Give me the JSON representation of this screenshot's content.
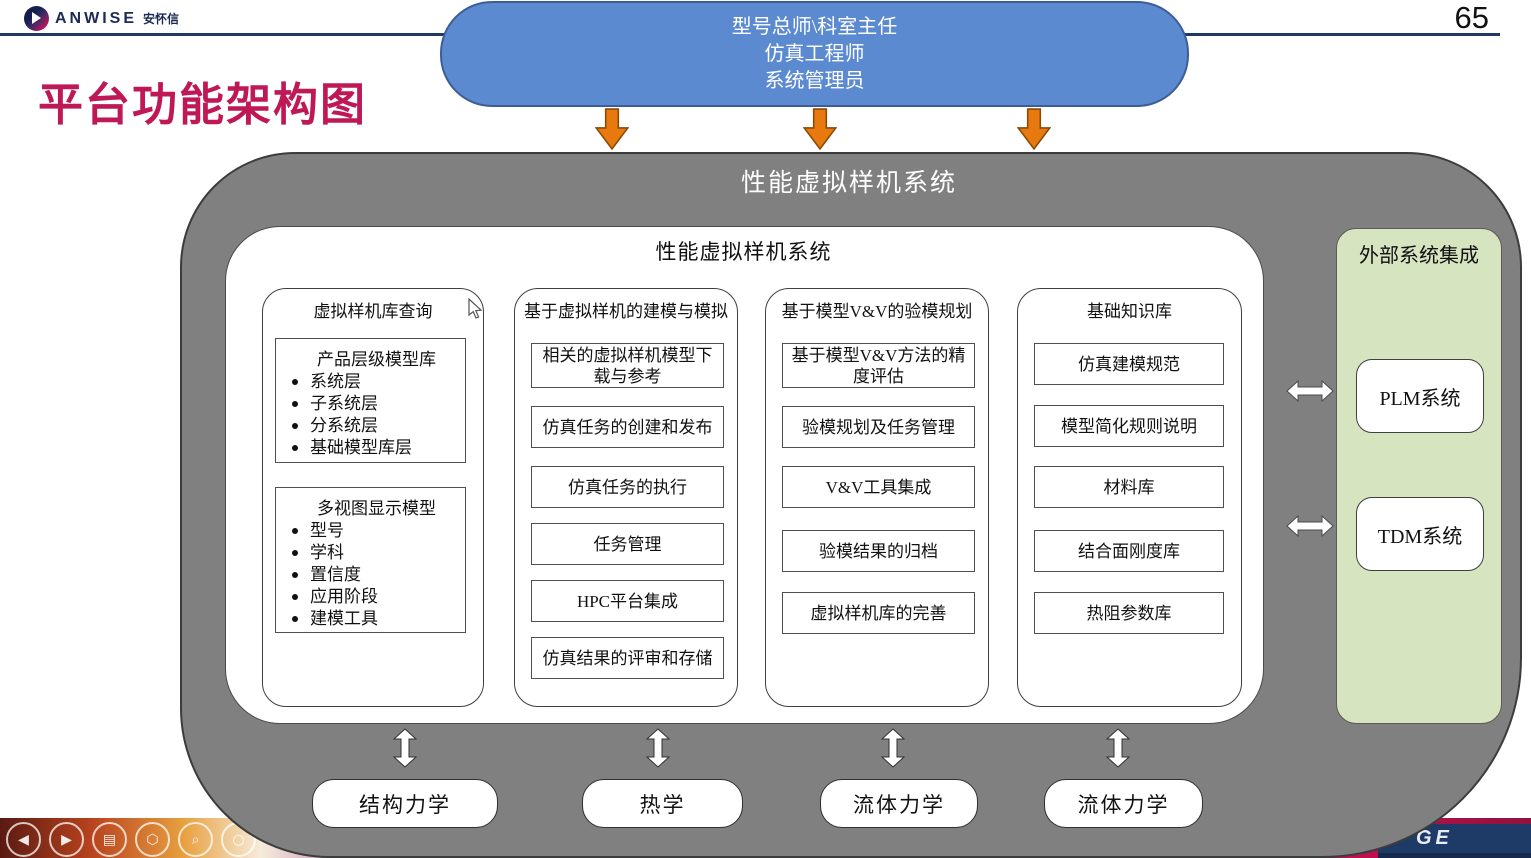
{
  "page": {
    "number": "65",
    "title": "平台功能架构图"
  },
  "logo": {
    "en": "ANWISE",
    "cn": "安怀信"
  },
  "roles_ellipse": {
    "lines": [
      "型号总师\\科室主任",
      "仿真工程师",
      "系统管理员"
    ]
  },
  "outer_system": {
    "title": "性能虚拟样机系统"
  },
  "inner_system": {
    "title": "性能虚拟样机系统"
  },
  "columns": [
    {
      "title": "虚拟样机库查询",
      "groups": [
        {
          "title": "产品层级模型库",
          "bullets": [
            "系统层",
            "子系统层",
            "分系统层",
            "基础模型库层"
          ]
        },
        {
          "title": "多视图显示模型",
          "bullets": [
            "型号",
            "学科",
            "置信度",
            "应用阶段",
            "建模工具"
          ]
        }
      ]
    },
    {
      "title": "基于虚拟样机的建模与模拟",
      "items": [
        "相关的虚拟样机模型下载与参考",
        "仿真任务的创建和发布",
        "仿真任务的执行",
        "任务管理",
        "HPC平台集成",
        "仿真结果的评审和存储"
      ]
    },
    {
      "title": "基于模型V&V的验模规划",
      "items": [
        "基于模型V&V方法的精度评估",
        "验模规划及任务管理",
        "V&V工具集成",
        "验模结果的归档",
        "虚拟样机库的完善"
      ]
    },
    {
      "title": "基础知识库",
      "items": [
        "仿真建模规范",
        "模型简化规则说明",
        "材料库",
        "结合面刚度库",
        "热阻参数库"
      ]
    }
  ],
  "external": {
    "title": "外部系统集成",
    "systems": [
      "PLM系统",
      "TDM系统"
    ]
  },
  "solvers": [
    "结构力学",
    "热学",
    "流体力学",
    "流体力学"
  ],
  "footer": {
    "partial_text": "GE",
    "icons": [
      {
        "name": "prev",
        "glyph": "◀"
      },
      {
        "name": "next",
        "glyph": "▶"
      },
      {
        "name": "pages",
        "glyph": "▤"
      },
      {
        "name": "hex",
        "glyph": "⬡"
      },
      {
        "name": "zoom",
        "glyph": "⌕"
      },
      {
        "name": "more",
        "glyph": "○"
      }
    ]
  },
  "colors": {
    "title_magenta": "#bf1857",
    "ellipse_blue": "#5b8ad0",
    "arrow_orange": "#e8790f",
    "box_gray": "#808080",
    "external_green": "#d7e4c0",
    "header_navy": "#1f3864"
  }
}
